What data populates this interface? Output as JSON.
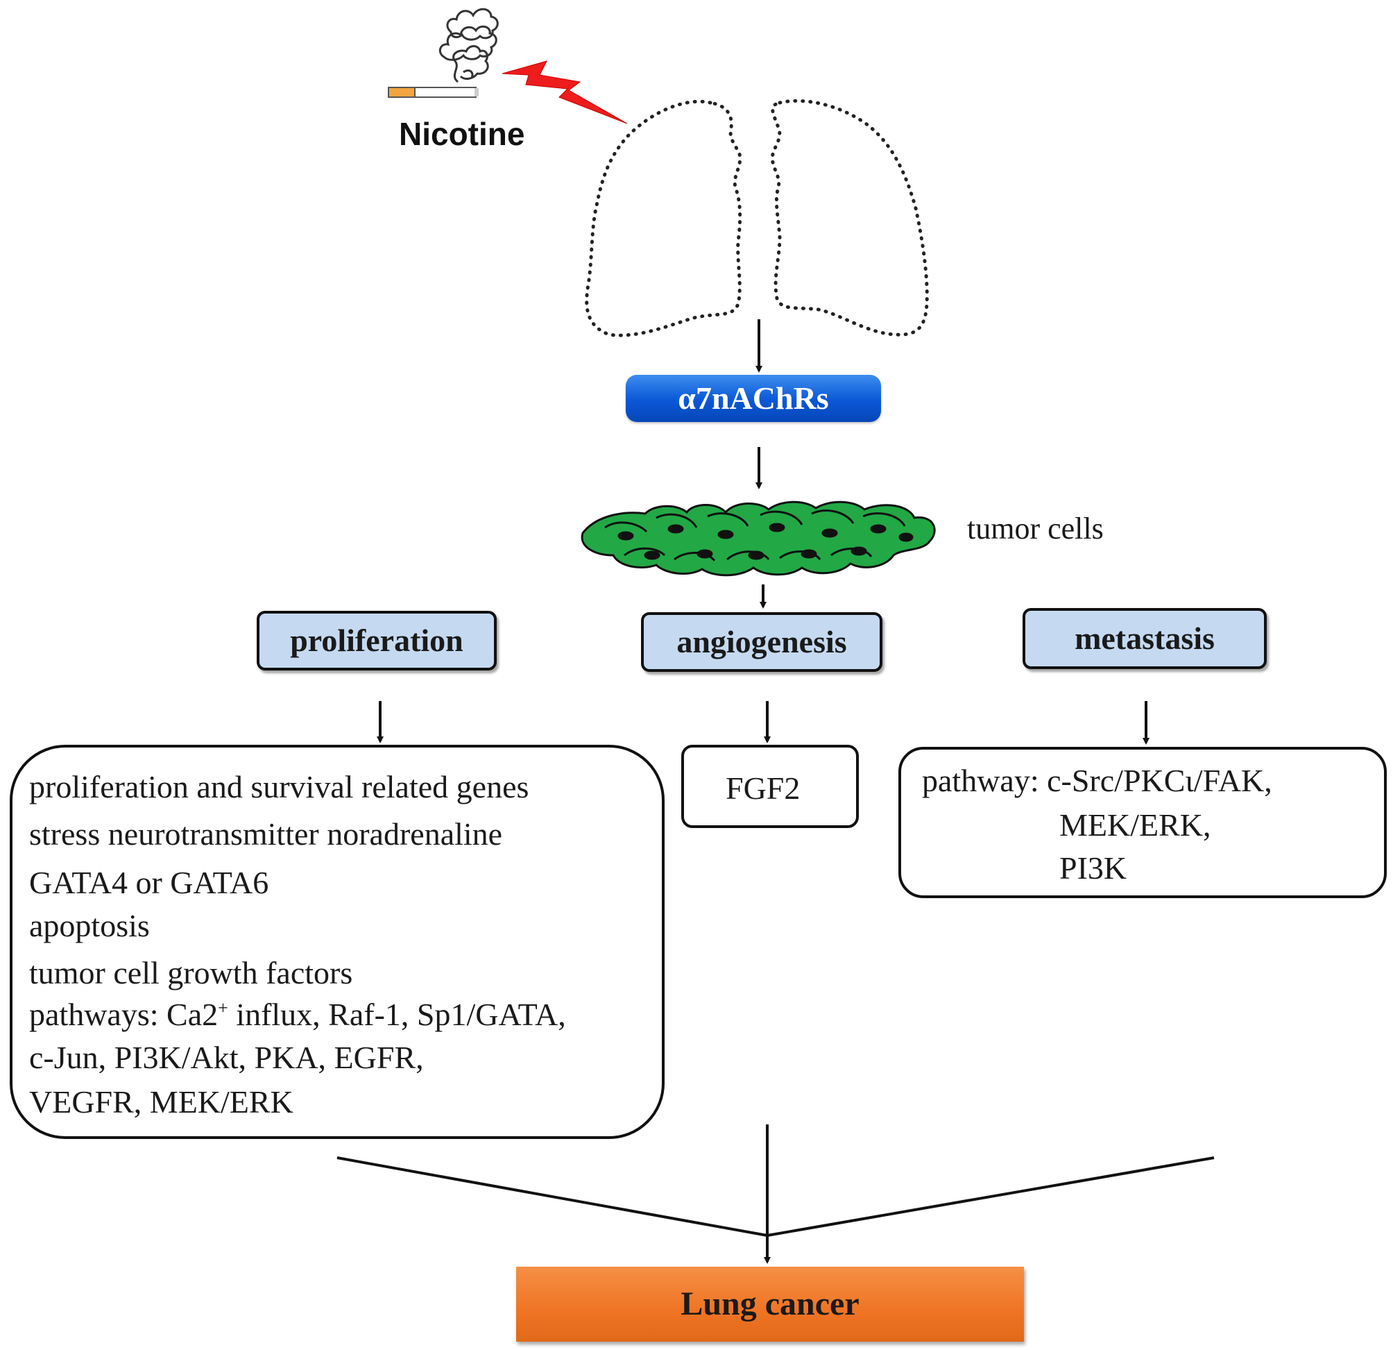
{
  "labels": {
    "nicotine": "Nicotine",
    "receptor": "α7nAChRs",
    "tumor_cells": "tumor cells",
    "outcome": "Lung cancer"
  },
  "processes": {
    "proliferation": {
      "title": "proliferation",
      "details": [
        "proliferation and survival related genes",
        "stress neurotransmitter noradrenaline",
        "GATA4 or GATA6",
        "apoptosis",
        "tumor cell growth factors",
        "pathways: Ca2",
        "+",
        " influx, Raf-1, Sp1/GATA,",
        "c-Jun, PI3K/Akt, PKA, EGFR,",
        "VEGFR, MEK/ERK"
      ]
    },
    "angiogenesis": {
      "title": "angiogenesis",
      "details": [
        "FGF2"
      ]
    },
    "metastasis": {
      "title": "metastasis",
      "details": [
        "pathway: c-Src/PKCι/FAK,",
        "MEK/ERK,",
        "PI3K"
      ]
    }
  },
  "colors": {
    "receptor_fill": "#0a57d6",
    "process_fill": "#c5d9f1",
    "outcome_fill": "#ef7424",
    "tumor_cell_fill": "#22a845",
    "lightning": "#ee1c1c"
  },
  "icons": [
    "cigarette-icon",
    "smoke-icon",
    "lightning-icon",
    "lungs-outline-icon",
    "tumor-cells-icon"
  ]
}
